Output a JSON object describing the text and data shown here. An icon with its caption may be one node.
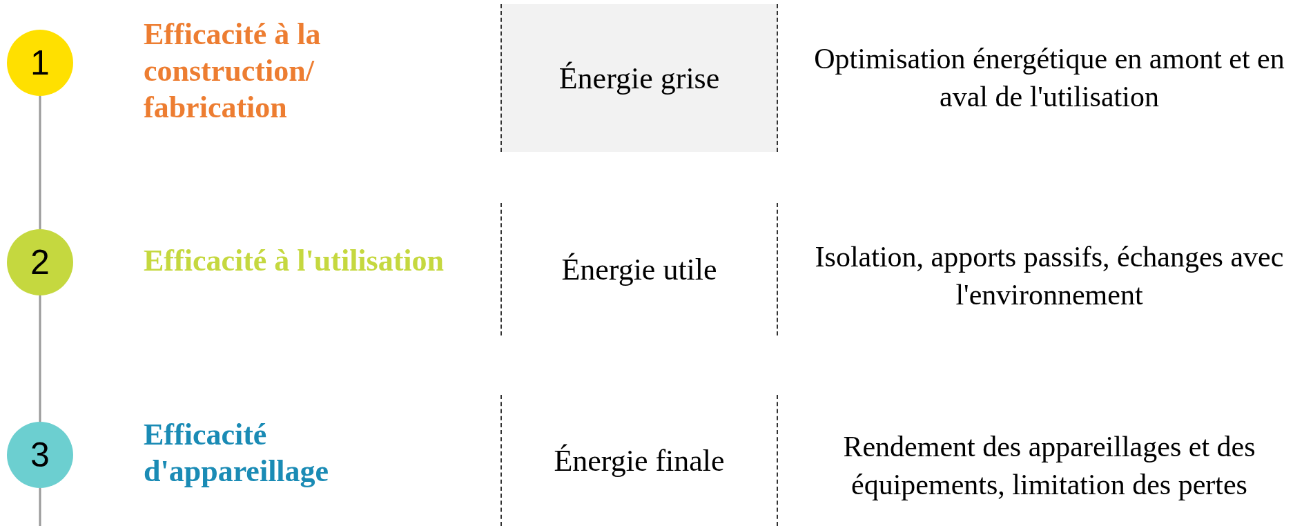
{
  "diagram": {
    "nodes": [
      {
        "text": [
          "1"
        ],
        "beside": [
          "Efficacité à la construction/ fabrication"
        ]
      },
      {
        "text": [
          "2"
        ],
        "beside": [
          "Efficacité à l'utilisation"
        ]
      },
      {
        "text": [
          "3"
        ],
        "beside": [
          "Efficacité d'appareillage"
        ]
      },
      {
        "text": [
          "Énergie grise"
        ]
      },
      {
        "text": [
          "Énergie utile"
        ]
      },
      {
        "text": [
          "Énergie finale"
        ]
      }
    ],
    "edges": [
      {
        "from": 0,
        "to": 1,
        "arrow": "none"
      },
      {
        "from": 1,
        "to": 2,
        "arrow": "none"
      },
      {
        "from": 2,
        "to": null,
        "arrow": "none"
      }
    ],
    "labels": [
      "Optimisation énergétique en amont et en aval de l'utilisation",
      "Isolation, apports passifs, échanges avec l'environnement",
      "Rendement des appareillages et des équipements, limitation des pertes"
    ]
  }
}
